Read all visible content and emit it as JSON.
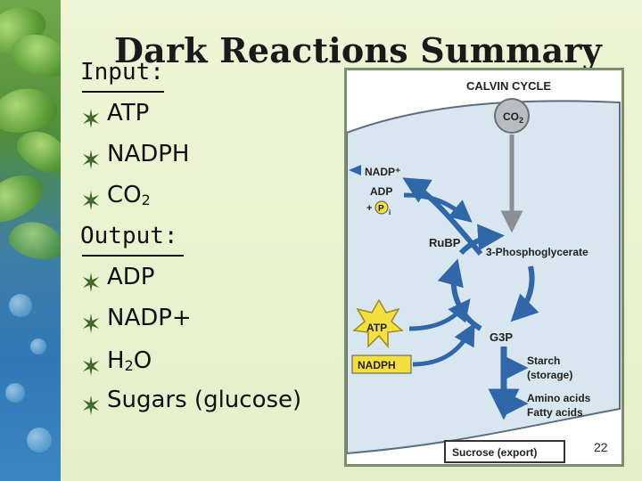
{
  "title": "Dark Reactions Summary",
  "input_label": "Input:",
  "input_items": [
    "ATP",
    "NADPH",
    "CO",
    "2"
  ],
  "output_label": "Output:",
  "output_items": {
    "adp": "ADP",
    "nadp": "NADP+",
    "h2o_a": "H",
    "h2o_sub": "2",
    "h2o_b": "O",
    "sugars": "Sugars (glucose)"
  },
  "diagram": {
    "calvin_cycle": "CALVIN CYCLE",
    "co2_a": "CO",
    "co2_sub": "2",
    "nadp_plus": "NADP⁺",
    "adp": "ADP",
    "plus_pi": "+",
    "pi_p": "P",
    "pi_i": "i",
    "rubp": "RuBP",
    "phosphoglycerate": "3-Phosphoglycerate",
    "atp_star": "ATP",
    "nadph_box": "NADPH",
    "g3p": "G3P",
    "starch": "Starch",
    "storage": "(storage)",
    "amino": "Amino acids",
    "fatty": "Fatty acids",
    "sucrose": "Sucrose (export)"
  },
  "slide_number": "22",
  "colors": {
    "arrow_blue": "#2f67a8",
    "stroma_fill": "#d8e6ef",
    "co2_circle": "#b9bdc2",
    "atp_star": "#f4df3c",
    "nadph_box": "#f4df3c"
  }
}
